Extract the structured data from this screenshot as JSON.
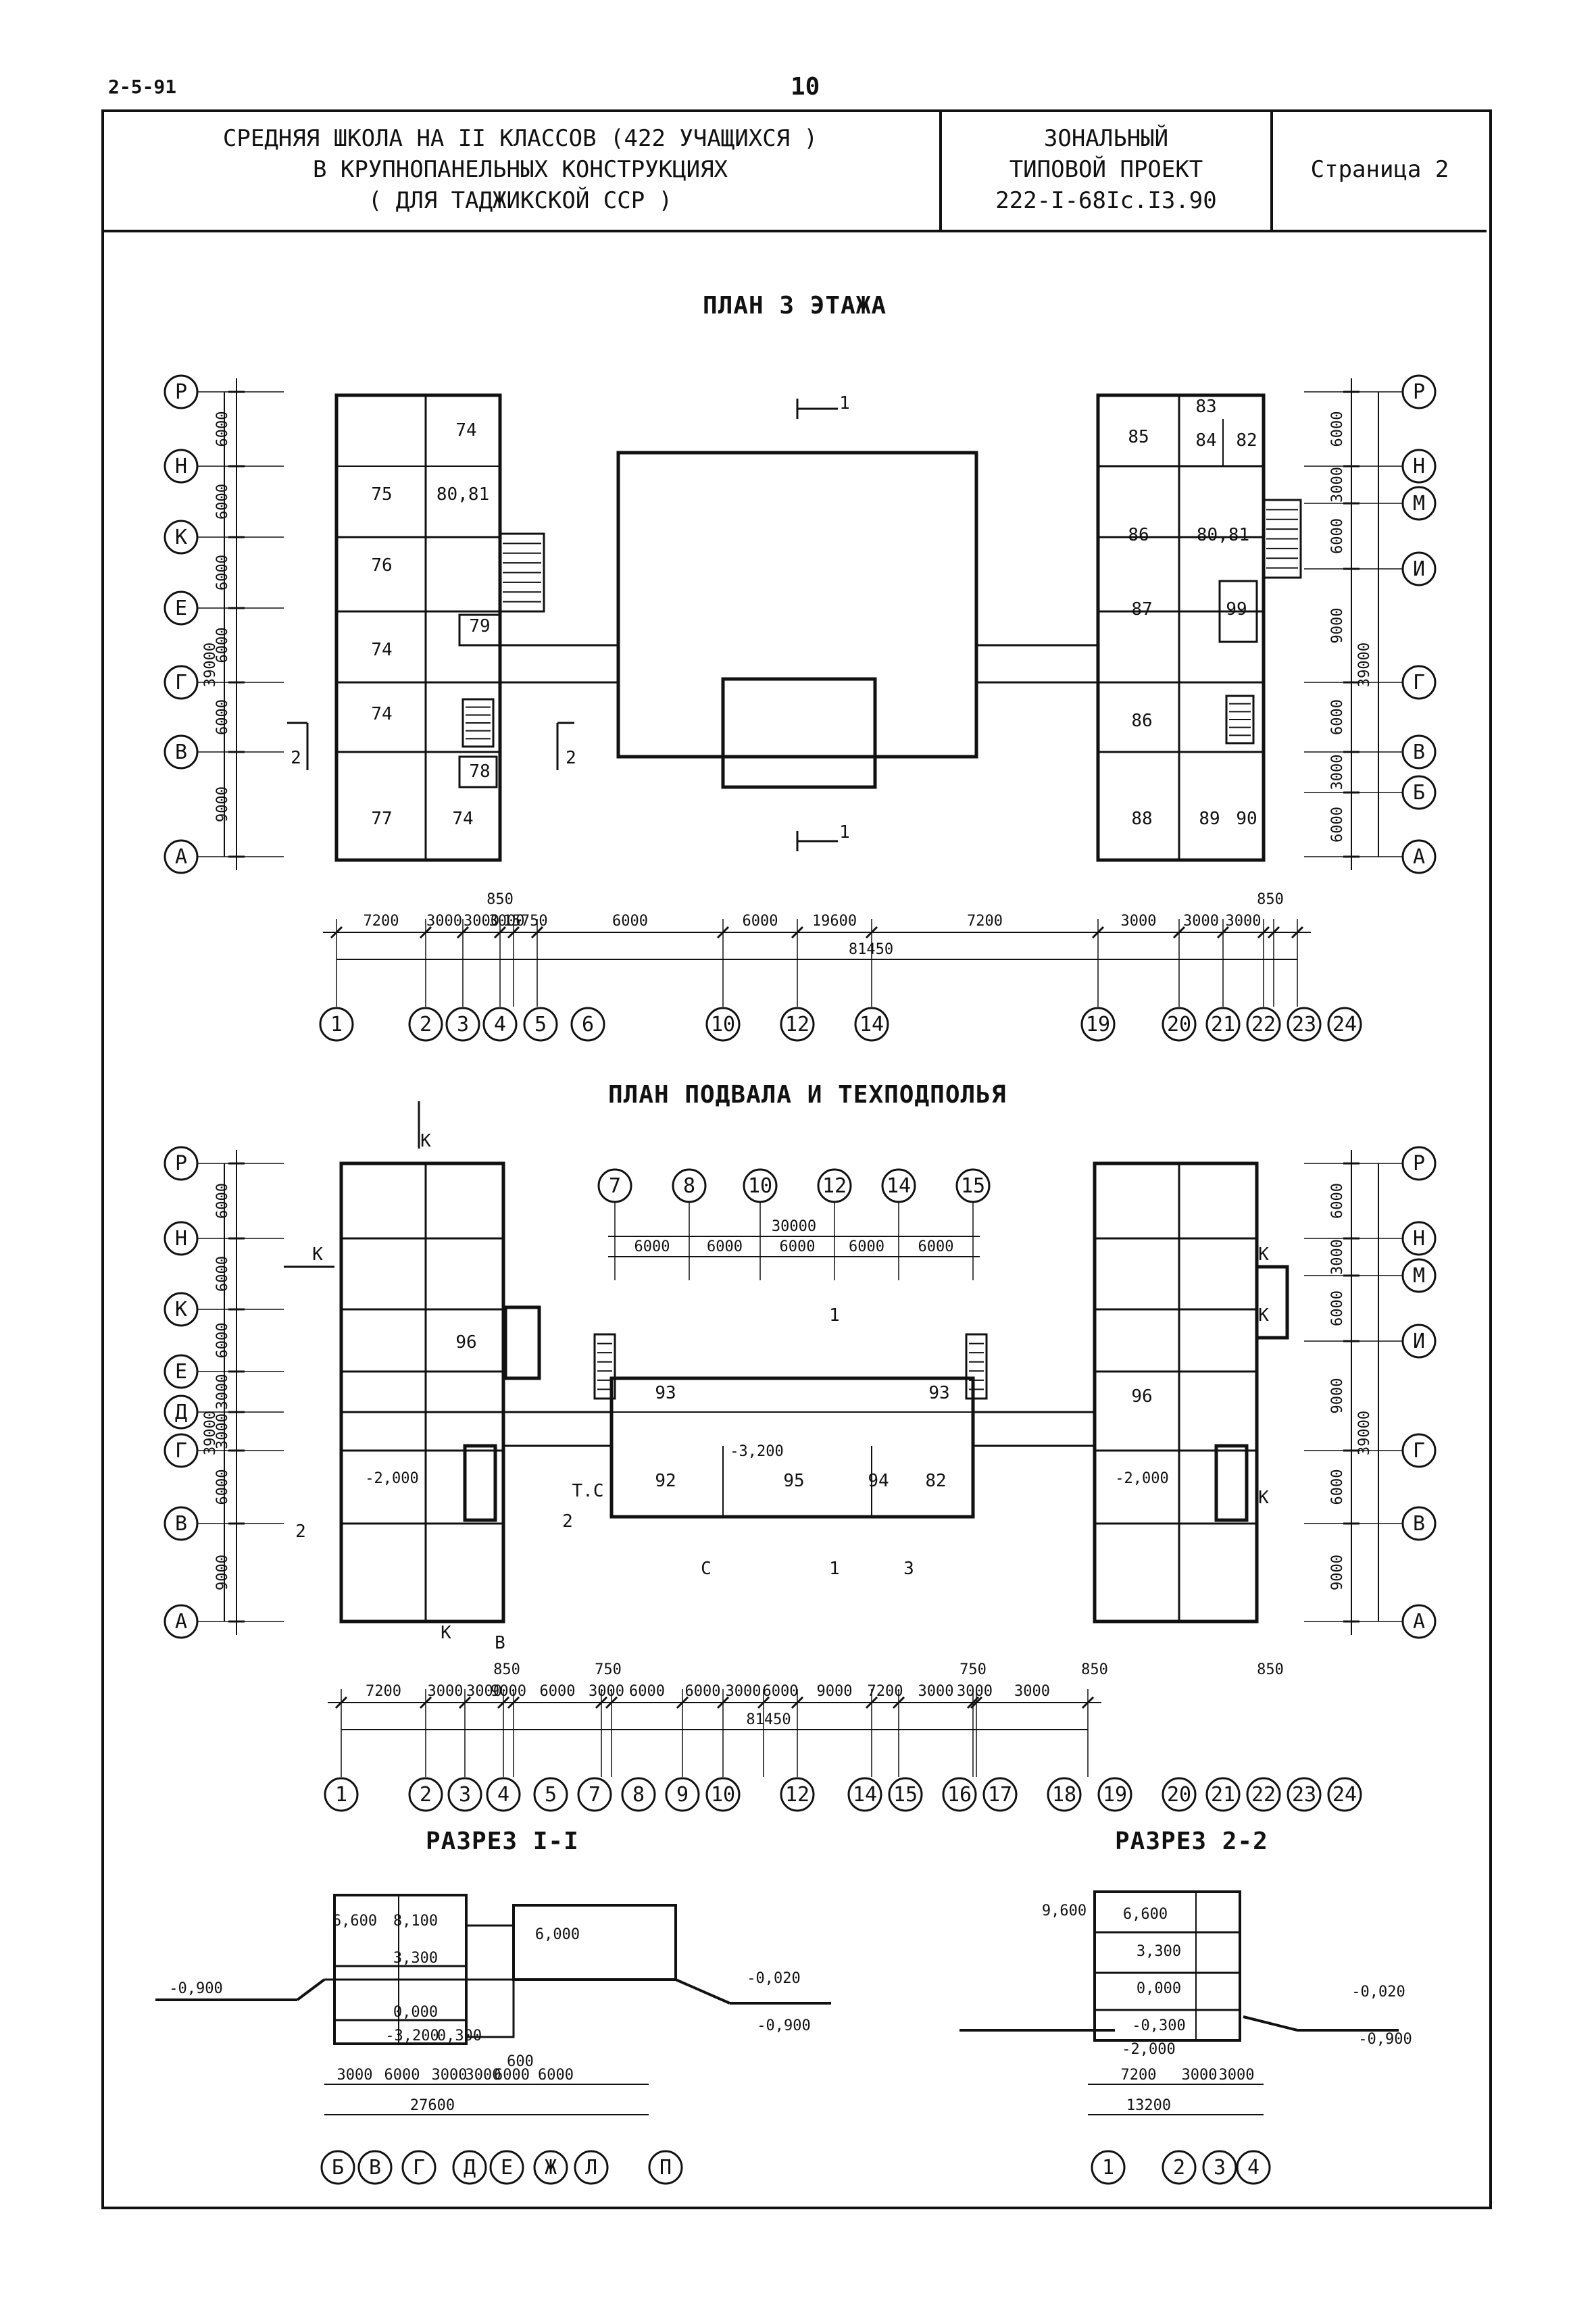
{
  "header": {
    "corner_code": "2-5-91",
    "page_number": "10",
    "title_lines": [
      "СРЕДНЯЯ ШКОЛА НА II КЛАССОВ (422 УЧАЩИХСЯ )",
      "В КРУПНОПАНЕЛЬНЫХ КОНСТРУКЦИЯХ",
      "( ДЛЯ ТАДЖИКСКОЙ ССР )"
    ],
    "project_lines": [
      "ЗОНАЛЬНЫЙ",
      "ТИПОВОЙ ПРОЕКТ",
      "222-I-68Iс.I3.90"
    ],
    "sheet_label": "Страница 2"
  },
  "plan3": {
    "title": "ПЛАН 3 ЭТАЖА",
    "left_axes": [
      "Р",
      "Н",
      "К",
      "Е",
      "Г",
      "В",
      "А"
    ],
    "left_dims": [
      "6000",
      "6000",
      "6000",
      "6000",
      "6000",
      "9000"
    ],
    "left_total": "39000",
    "right_axes": [
      "Р",
      "Н",
      "М",
      "И",
      "Г",
      "В",
      "Б",
      "А"
    ],
    "right_dims": [
      "6000",
      "3000",
      "6000",
      "9000",
      "6000",
      "3000",
      "6000"
    ],
    "right_total": "39000",
    "left_rooms": [
      "74",
      "75",
      "80,81",
      "76",
      "79",
      "74",
      "74",
      "78",
      "77",
      "74"
    ],
    "right_rooms": [
      "83",
      "85",
      "84",
      "82",
      "86",
      "80,81",
      "87",
      "99",
      "86",
      "88",
      "89",
      "90"
    ],
    "bottom_dims": [
      "7200",
      "3000",
      "3000",
      "3000",
      "15750",
      "6000",
      "6000",
      "19600",
      "7200",
      "3000",
      "3000",
      "3000"
    ],
    "bottom_small": [
      "850",
      "850"
    ],
    "bottom_total": "81450",
    "bottom_axes": [
      "1",
      "2",
      "3",
      "4",
      "5",
      "6",
      "10",
      "12",
      "14",
      "19",
      "20",
      "21",
      "22",
      "23",
      "24"
    ],
    "cut_labels": [
      "1",
      "1",
      "2",
      "2"
    ]
  },
  "basement": {
    "title": "ПЛАН ПОДВАЛА И ТЕХПОДПОЛЬЯ",
    "left_axes": [
      "Р",
      "Н",
      "К",
      "Е",
      "Д",
      "Г",
      "В",
      "А"
    ],
    "left_dims": [
      "6000",
      "6000",
      "6000",
      "3000",
      "3000",
      "6000",
      "9000"
    ],
    "left_total": "39000",
    "right_axes": [
      "Р",
      "Н",
      "М",
      "И",
      "Г",
      "В",
      "А"
    ],
    "right_dims": [
      "6000",
      "3000",
      "6000",
      "9000",
      "6000",
      "9000"
    ],
    "right_total": "39000",
    "top_axes": [
      "7",
      "8",
      "10",
      "12",
      "14",
      "15"
    ],
    "top_total": "30000",
    "top_dims": [
      "6000",
      "6000",
      "6000",
      "6000",
      "6000"
    ],
    "rooms": [
      "96",
      "93",
      "93",
      "92",
      "95",
      "94",
      "82",
      "96"
    ],
    "levels": [
      "-2,000",
      "-3,200",
      "-2,000"
    ],
    "marks": [
      "К",
      "К",
      "К",
      "К",
      "К",
      "К",
      "В",
      "С",
      "3",
      "Т.С",
      "2",
      "2",
      "1",
      "1"
    ],
    "bottom_dims": [
      "7200",
      "3000",
      "3000",
      "9000",
      "6000",
      "3000",
      "6000",
      "6000",
      "3000",
      "6000",
      "9000",
      "7200",
      "3000",
      "3000",
      "3000"
    ],
    "bottom_small": [
      "850",
      "750",
      "750",
      "850",
      "850"
    ],
    "bottom_total": "81450",
    "bottom_axes": [
      "1",
      "2",
      "3",
      "4",
      "5",
      "7",
      "8",
      "9",
      "10",
      "12",
      "14",
      "15",
      "16",
      "17",
      "18",
      "19",
      "20",
      "21",
      "22",
      "23",
      "24"
    ]
  },
  "section1": {
    "title": "РАЗРЕЗ I-I",
    "levels": [
      "6,600",
      "8,100",
      "3,300",
      "6,000",
      "0,000",
      "-3,200",
      "0,300",
      "-0,900",
      "-0,020",
      "-0,900"
    ],
    "dims": [
      "3000",
      "6000",
      "3000",
      "3000",
      "6000",
      "6000"
    ],
    "small": "600",
    "total": "27600",
    "axes": [
      "Б",
      "В",
      "Г",
      "Д",
      "Е",
      "Ж",
      "Л",
      "П"
    ]
  },
  "section2": {
    "title": "РАЗРЕЗ 2-2",
    "levels": [
      "9,600",
      "6,600",
      "3,300",
      "0,000",
      "-0,300",
      "-2,000",
      "-0,020",
      "-0,900"
    ],
    "dims": [
      "7200",
      "3000",
      "3000"
    ],
    "total": "13200",
    "axes": [
      "1",
      "2",
      "3",
      "4"
    ]
  }
}
